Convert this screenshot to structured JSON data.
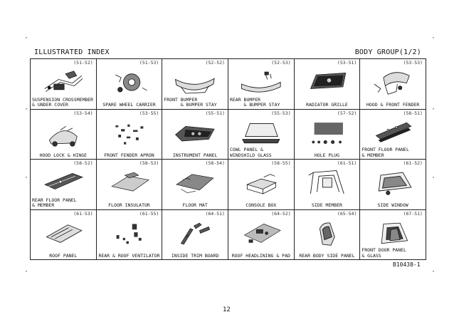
{
  "header": {
    "left": "ILLUSTRATED INDEX",
    "right": "BODY GROUP(1/2)"
  },
  "cells": [
    {
      "page": "(51-52)",
      "label": "SUSPENSION CROSSMEMBER\n& UNDER COVER",
      "align": "left",
      "icon": "crossmember-drawing"
    },
    {
      "page": "(51-53)",
      "label": "SPARE WHEEL CARRIER",
      "align": "center",
      "icon": "spare-wheel-drawing"
    },
    {
      "page": "(52-52)",
      "label": "FRONT BUMPER\n      & BUMPER STAY",
      "align": "left",
      "icon": "front-bumper-drawing"
    },
    {
      "page": "(52-53)",
      "label": "REAR BUMPER\n     & BUMPER STAY",
      "align": "left",
      "icon": "rear-bumper-drawing"
    },
    {
      "page": "(53-51)",
      "label": "RADIATOR GRILLE",
      "align": "center",
      "icon": "grille-drawing"
    },
    {
      "page": "(53-53)",
      "label": "HOOD & FRONT FENDER",
      "align": "center",
      "icon": "hood-fender-drawing"
    },
    {
      "page": "(53-54)",
      "label": "HOOD LOCK & HINGE",
      "align": "center",
      "icon": "hood-lock-drawing"
    },
    {
      "page": "(53-55)",
      "label": "FRONT FENDER APRON",
      "align": "center",
      "icon": "fender-apron-drawing"
    },
    {
      "page": "(55-51)",
      "label": "INSTRUMENT PANEL",
      "align": "center",
      "icon": "instrument-panel-drawing"
    },
    {
      "page": "(55-53)",
      "label": "COWL PANEL &\nWINDSHILD GLASS",
      "align": "left",
      "icon": "cowl-windshield-drawing"
    },
    {
      "page": "(57-52)",
      "label": "HOLE PLUG",
      "align": "center",
      "icon": "hole-plug-drawing"
    },
    {
      "page": "(58-51)",
      "label": "FRONT FLOOR PANEL\n& MEMBER",
      "align": "left",
      "icon": "front-floor-drawing"
    },
    {
      "page": "(58-52)",
      "label": "REAR FLOOR PANEL\n& MEMBER",
      "align": "left",
      "icon": "rear-floor-drawing"
    },
    {
      "page": "(58-53)",
      "label": "FLOOR INSULATOR",
      "align": "center",
      "icon": "floor-insulator-drawing"
    },
    {
      "page": "(58-54)",
      "label": "FLOOR MAT",
      "align": "center",
      "icon": "floor-mat-drawing"
    },
    {
      "page": "(58-55)",
      "label": "CONSOLE BOX",
      "align": "center",
      "icon": "console-box-drawing"
    },
    {
      "page": "(61-51)",
      "label": "SIDE MEMBER",
      "align": "center",
      "icon": "side-member-drawing"
    },
    {
      "page": "(61-52)",
      "label": "SIDE WINDOW",
      "align": "center",
      "icon": "side-window-drawing"
    },
    {
      "page": "(61-53)",
      "label": "ROOF PANEL",
      "align": "center",
      "icon": "roof-panel-drawing"
    },
    {
      "page": "(61-55)",
      "label": "REAR & ROOF VENTILATOR",
      "align": "center",
      "icon": "ventilator-drawing"
    },
    {
      "page": "(64-51)",
      "label": "INSIDE TRIM BOARD",
      "align": "center",
      "icon": "trim-board-drawing"
    },
    {
      "page": "(64-52)",
      "label": "ROOF HEADLINING & PAD",
      "align": "center",
      "icon": "headlining-drawing"
    },
    {
      "page": "(65-54)",
      "label": "REAR BODY SIDE PANEL",
      "align": "center",
      "icon": "rear-side-panel-drawing"
    },
    {
      "page": "(67-51)",
      "label": "FRONT DOOR PANEL\n& GLASS",
      "align": "left",
      "icon": "door-panel-drawing"
    }
  ],
  "footer": {
    "ref": "B10438-1",
    "page": "12"
  }
}
